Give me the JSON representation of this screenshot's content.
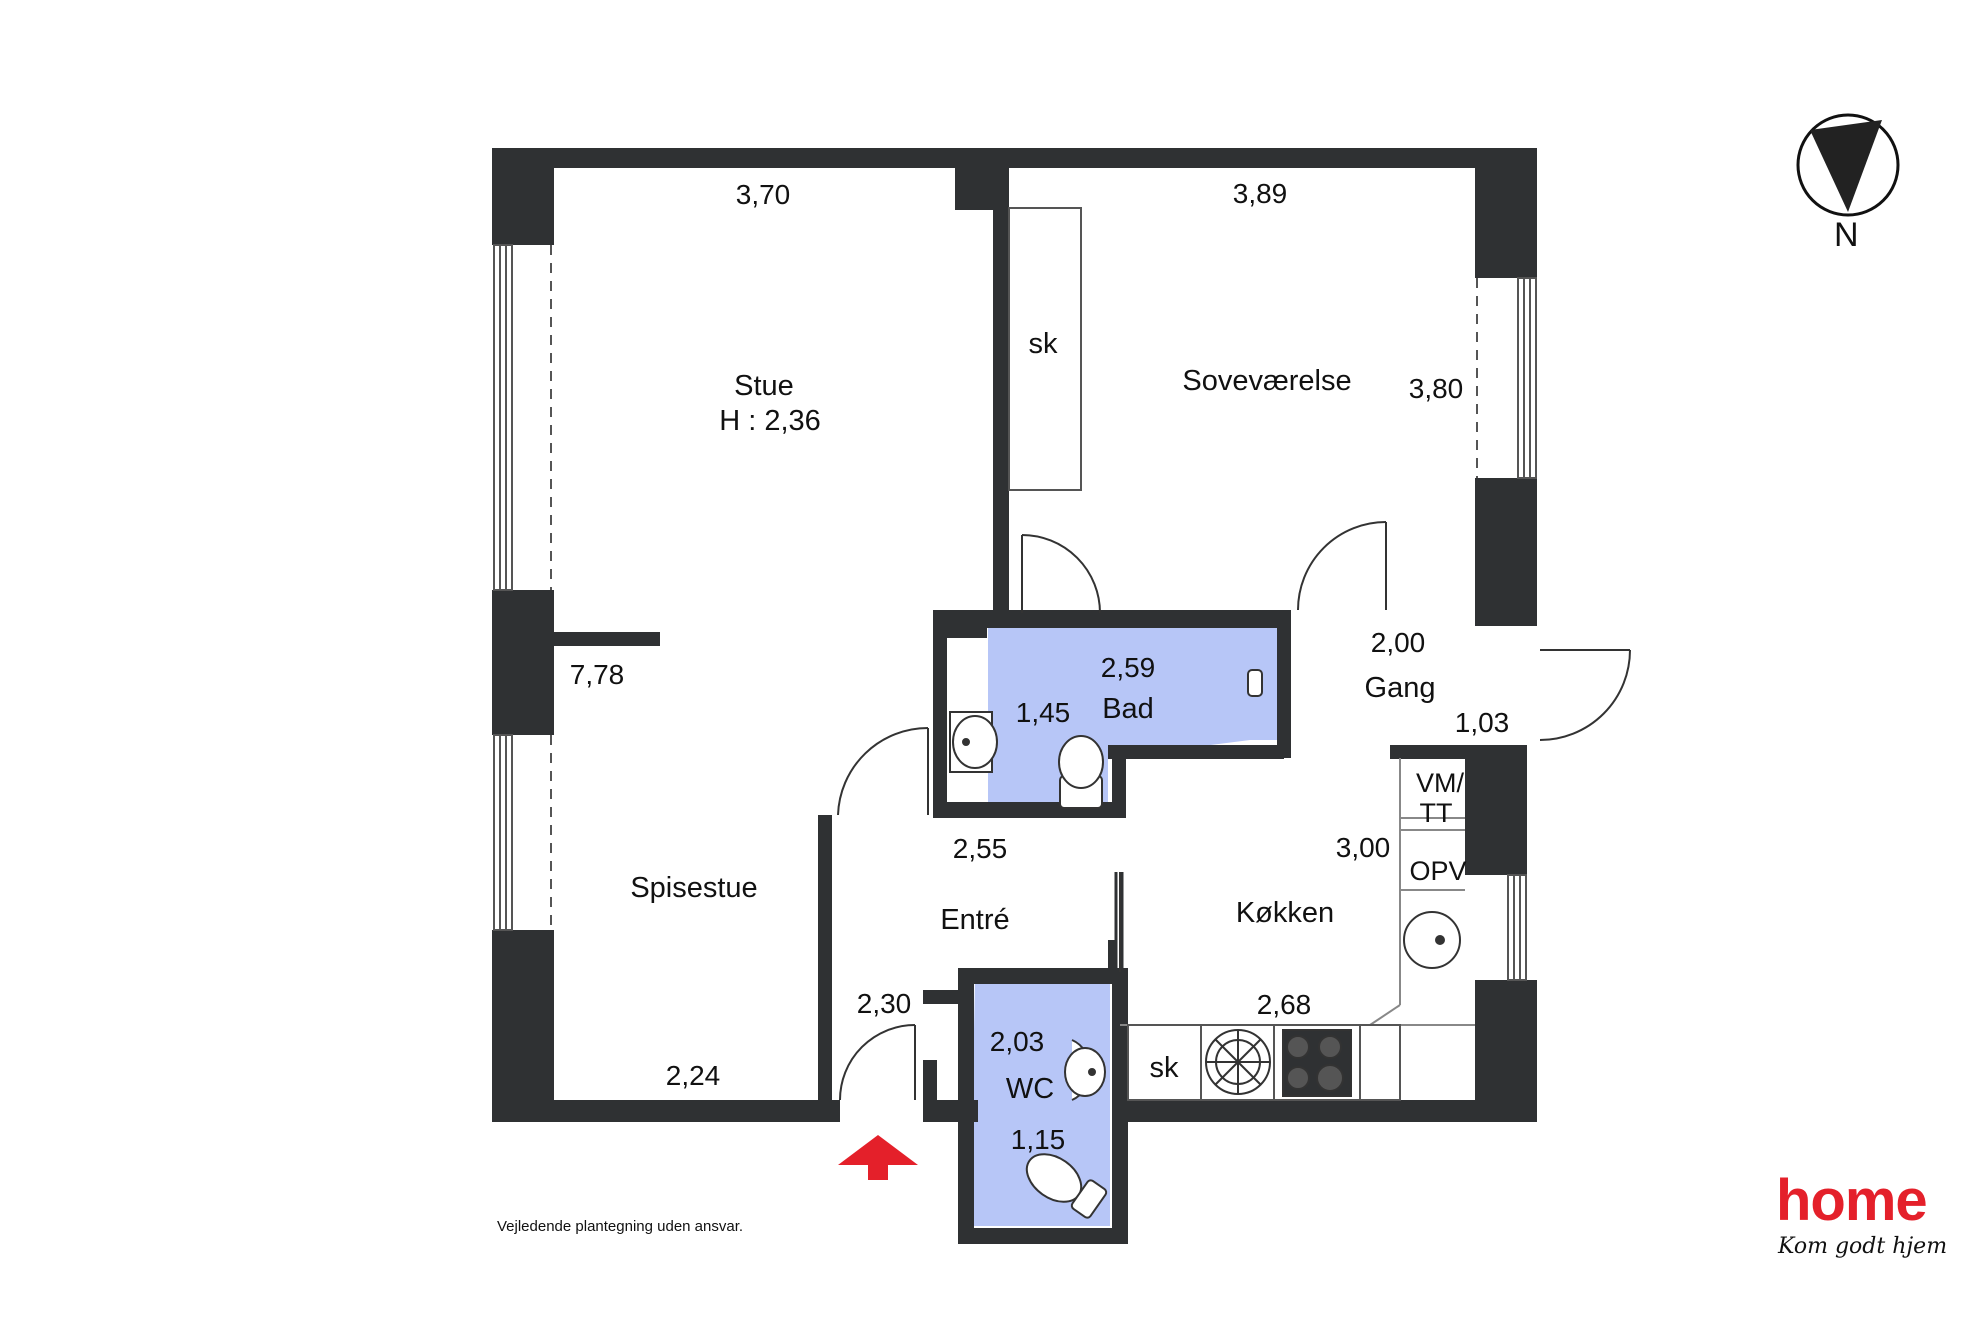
{
  "rooms": {
    "stue": {
      "name": "Stue",
      "height": "H : 2,36",
      "dim_top": "3,70",
      "dim_side": "7,78",
      "dim_bottom": "2,24"
    },
    "sovevaerelse": {
      "name": "Soveværelse",
      "dim_top": "3,89",
      "dim_side": "3,80",
      "closet": "sk"
    },
    "bad": {
      "name": "Bad",
      "dim_a": "2,59",
      "dim_b": "1,45"
    },
    "gang": {
      "name": "Gang",
      "dim_a": "2,00",
      "dim_b": "1,03"
    },
    "entre": {
      "name": "Entré",
      "dim_a": "2,55",
      "dim_b": "2,30"
    },
    "kokken": {
      "name": "Køkken",
      "dim_a": "3,00",
      "dim_b": "2,68",
      "closet": "sk",
      "vm_tt": [
        "VM/",
        "TT"
      ],
      "opv": "OPV"
    },
    "wc": {
      "name": "WC",
      "dim_a": "2,03",
      "dim_b": "1,15"
    },
    "spisestue": {
      "name": "Spisestue"
    }
  },
  "compass": {
    "label": "N"
  },
  "disclaimer": "Vejledende plantegning uden ansvar.",
  "logo": {
    "word": "home",
    "tagline": "Kom godt hjem"
  },
  "colors": {
    "wall": "#2f3133",
    "wet_room": "#b7c6f7",
    "entrance_arrow": "#e4202a",
    "brand": "#e4202a"
  }
}
